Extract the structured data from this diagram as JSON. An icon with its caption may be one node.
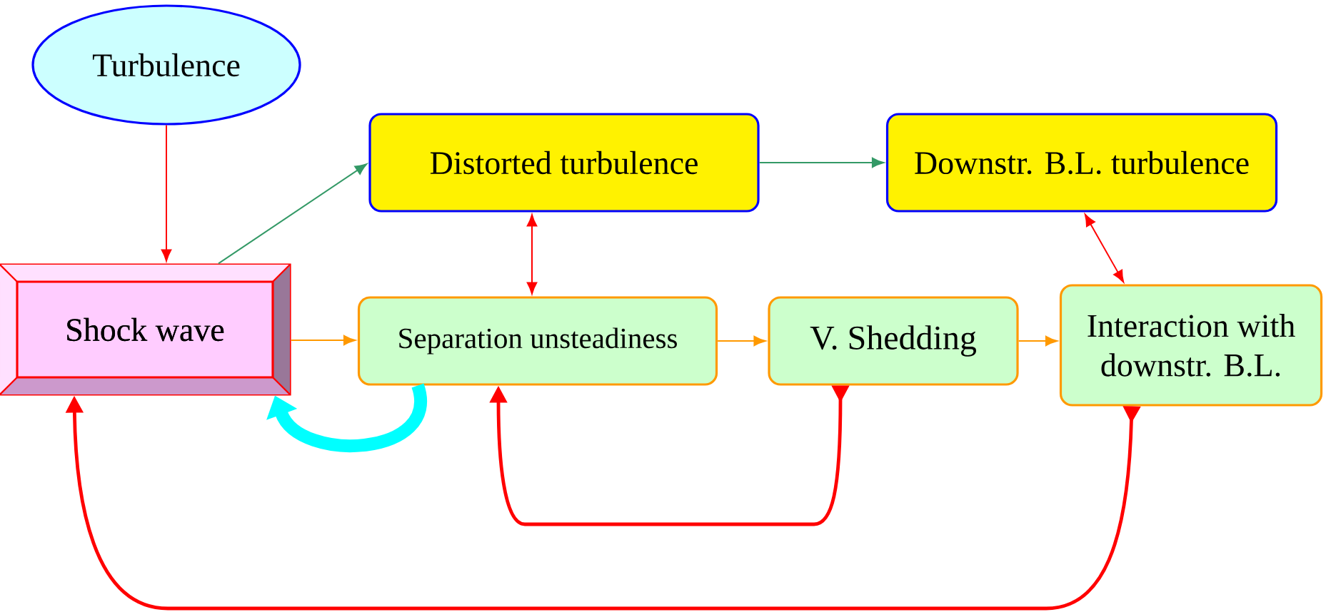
{
  "diagram": {
    "nodes": [
      {
        "text": [
          "Turbulence"
        ]
      },
      {
        "text": [
          "Distorted turbulence"
        ]
      },
      {
        "text": [
          "Downstr. B.L. turbulence"
        ]
      },
      {
        "text": [
          "Shock wave"
        ]
      },
      {
        "text": [
          "Separation unsteadiness"
        ]
      },
      {
        "text": [
          "V. Shedding"
        ]
      },
      {
        "text": [
          "Interaction with downstr. B.L."
        ]
      }
    ],
    "edges": [
      {
        "from": 0,
        "to": 3,
        "arrow": "to"
      },
      {
        "from": 3,
        "to": 1,
        "arrow": "to",
        "color": "#339966"
      },
      {
        "from": 1,
        "to": 2,
        "arrow": "to",
        "color": "#339966"
      },
      {
        "from": 1,
        "to": 4,
        "arrow": "both"
      },
      {
        "from": 2,
        "to": 6,
        "arrow": "both"
      },
      {
        "from": 3,
        "to": 4,
        "arrow": "to",
        "color": "#ff9900"
      },
      {
        "from": 4,
        "to": 5,
        "arrow": "to",
        "color": "#ff9900"
      },
      {
        "from": 5,
        "to": 6,
        "arrow": "to",
        "color": "#ff9900"
      },
      {
        "from": 5,
        "to": 4,
        "arrow": "to",
        "style": "thick"
      },
      {
        "from": 6,
        "to": 3,
        "arrow": "to",
        "style": "thick"
      },
      {
        "from": 4,
        "to": 3,
        "arrow": "to",
        "style": "thick",
        "color": "#00ffff"
      }
    ]
  }
}
